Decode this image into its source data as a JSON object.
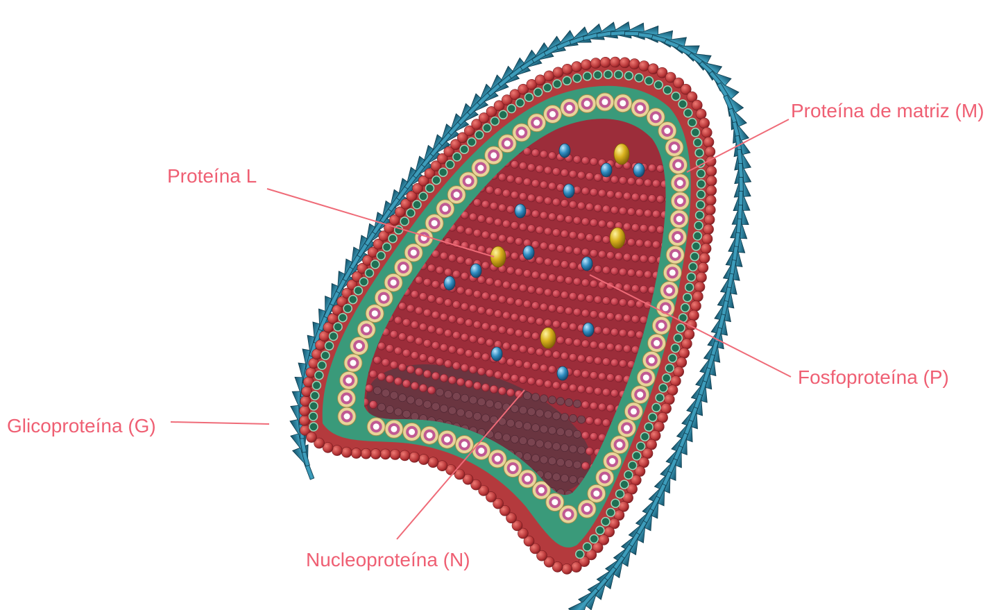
{
  "labels": {
    "matrix": "Proteína de matriz (M)",
    "l_protein": "Proteína L",
    "phospho": "Fosfoproteína (P)",
    "glyco": "Glicoproteína (G)",
    "nucleo": "Nucleoproteína (N)"
  },
  "colors": {
    "label": "#ef5f73",
    "leader": "#ef6b78",
    "spike": "#1f7592",
    "spike_light": "#4aa8c4",
    "membrane": "#b93a3c",
    "matrix_ring": "#e9d7a4",
    "matrix_core": "#c35893",
    "green_layer": "#3e9a7b",
    "nucleocapsid": "#c7424f",
    "nucleo_dark": "#6b3a44",
    "l_protein": "#d8b21d",
    "p_protein": "#2f8cc0"
  },
  "icons": {
    "spike": "glycoprotein-spike",
    "l": "l-protein-blob",
    "p": "p-protein-blob"
  }
}
